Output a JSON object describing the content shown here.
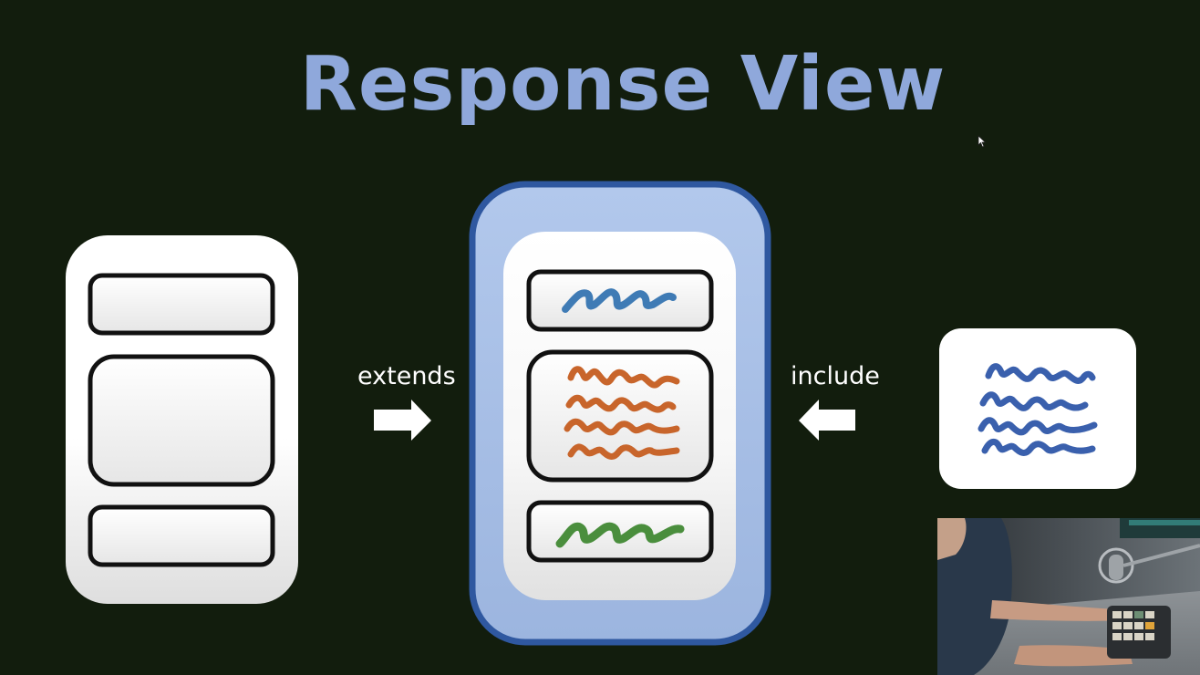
{
  "title": "Response View",
  "labels": {
    "extends": "extends",
    "include": "include"
  },
  "colors": {
    "background": "#121d0d",
    "title": "#8fa8db",
    "card_white": "#ffffff",
    "frame_blue": "#2f58a0",
    "frame_fill": "#aec3e8",
    "scribble_blue": "#3f7bb5",
    "scribble_orange": "#c8652b",
    "scribble_green": "#4a8e3d",
    "scribble_navy": "#3a60ad"
  },
  "icons": {
    "extends_arrow": "arrow-right-icon",
    "include_arrow": "arrow-left-icon",
    "cursor": "mouse-cursor-icon"
  }
}
